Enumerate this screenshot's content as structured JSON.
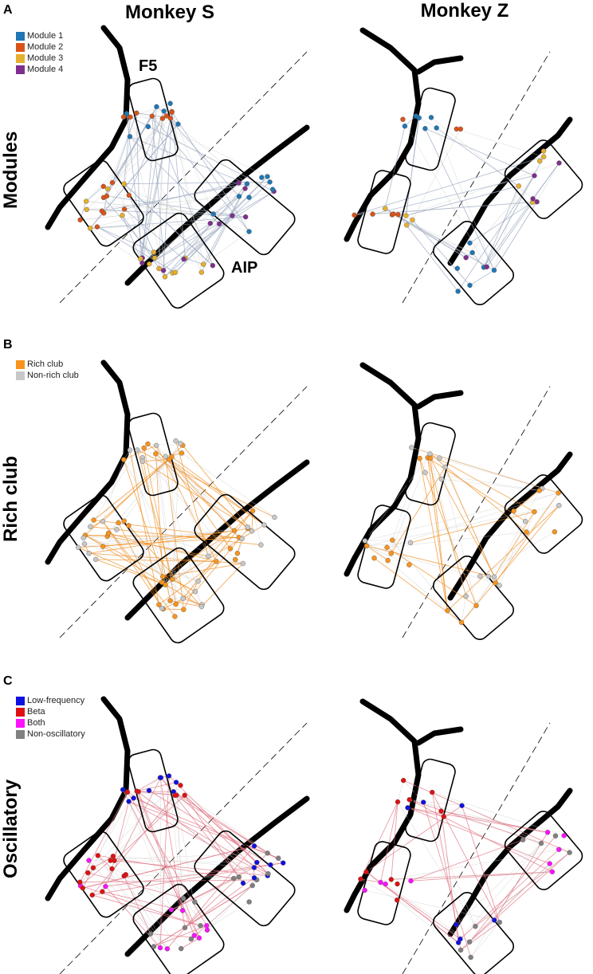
{
  "panels": [
    {
      "letter": "A",
      "row_title": "Modules",
      "legend": [
        {
          "label": "Module 1",
          "color": "#1f77b4"
        },
        {
          "label": "Module 2",
          "color": "#d95319"
        },
        {
          "label": "Module 3",
          "color": "#e6b02e"
        },
        {
          "label": "Module 4",
          "color": "#7e2f8e"
        }
      ]
    },
    {
      "letter": "B",
      "row_title": "Rich club",
      "legend": [
        {
          "label": "Rich club",
          "color": "#f7941d"
        },
        {
          "label": "Non-rich club",
          "color": "#c8c8c8"
        }
      ]
    },
    {
      "letter": "C",
      "row_title": "Oscillatory",
      "legend": [
        {
          "label": "Low-frequency",
          "color": "#1010e0"
        },
        {
          "label": "Beta",
          "color": "#e01010"
        },
        {
          "label": "Both",
          "color": "#ff10ff"
        },
        {
          "label": "Non-oscillatory",
          "color": "#808080"
        }
      ]
    }
  ],
  "columns": [
    "Monkey S",
    "Monkey Z"
  ],
  "area_labels": {
    "f5": "F5",
    "aip": "AIP"
  }
}
